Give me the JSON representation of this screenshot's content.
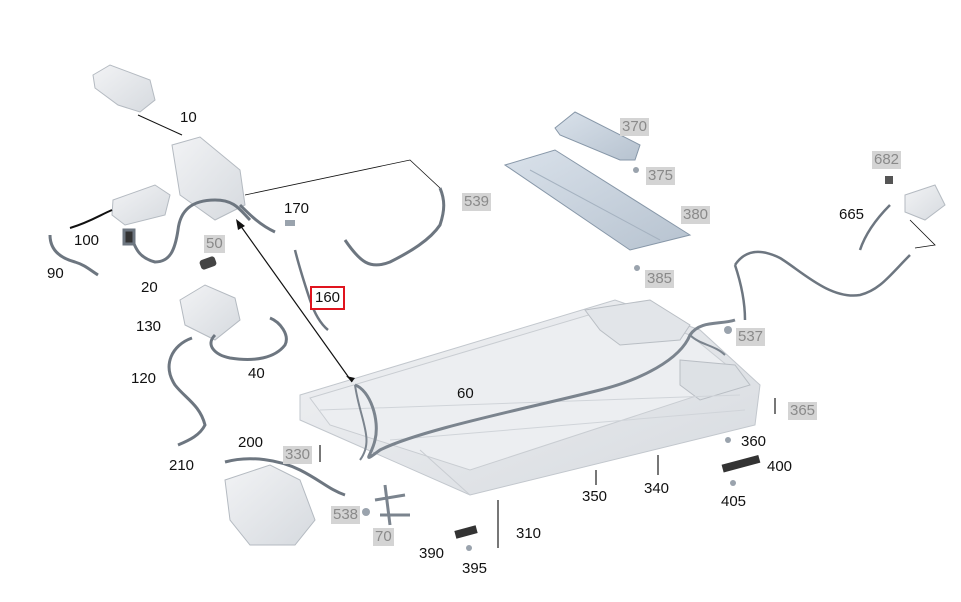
{
  "colors": {
    "selected_border": "#e0141e",
    "grey_label_bg": "#d4d4d4",
    "grey_label_text": "#8a8a8a",
    "part_fill": "#e6e8ec",
    "part_stroke": "#9aa3ad",
    "cable": "#6d7680"
  },
  "selected_part": "160",
  "labels": {
    "p10": "10",
    "p20": "20",
    "p40": "40",
    "p50": "50",
    "p60": "60",
    "p70": "70",
    "p90": "90",
    "p100": "100",
    "p120": "120",
    "p130": "130",
    "p160": "160",
    "p170": "170",
    "p200": "200",
    "p210": "210",
    "p310": "310",
    "p330": "330",
    "p340": "340",
    "p350": "350",
    "p360": "360",
    "p365": "365",
    "p370": "370",
    "p375": "375",
    "p380": "380",
    "p385": "385",
    "p390": "390",
    "p395": "395",
    "p400": "400",
    "p405": "405",
    "p537": "537",
    "p538": "538",
    "p539": "539",
    "p665": "665",
    "p682": "682"
  }
}
